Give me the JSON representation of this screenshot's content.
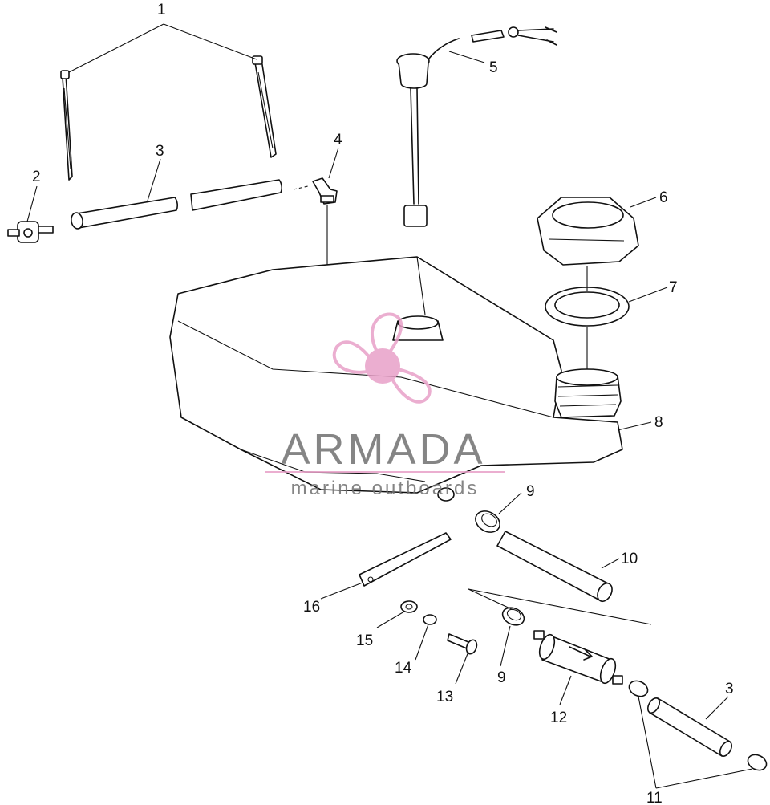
{
  "callouts": [
    "1",
    "2",
    "3",
    "4",
    "5",
    "6",
    "7",
    "8",
    "9",
    "10",
    "16",
    "15",
    "14",
    "13",
    "9",
    "12",
    "3",
    "11"
  ],
  "watermark": {
    "brand": "ARMADA",
    "tagline": "marine outboards",
    "logo_icon": "propeller-logo-icon",
    "color": "#e8a0c8",
    "text_color": "#707070"
  },
  "line_color": "#111111",
  "background": "#ffffff"
}
